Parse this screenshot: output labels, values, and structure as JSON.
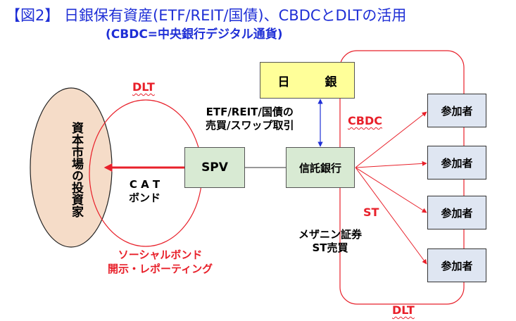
{
  "title": {
    "main": "【図2】 日銀保有資産(ETF/REIT/国債)、CBDCとDLTの活用",
    "sub": "(CBDC=中央銀行デジタル通貨)"
  },
  "nodes": {
    "nichigin": "日 銀",
    "spv": "SPV",
    "shintaku": "信託銀行",
    "investors": "資本市場の投資家",
    "participants": [
      "参加者",
      "参加者",
      "参加者",
      "参加者"
    ]
  },
  "labels": {
    "dlt_top": "DLT",
    "dlt_bottom": "DLT",
    "cbdc": "CBDC",
    "st": "ST",
    "etf_line1": "ETF/REIT/国債の",
    "etf_line2": "売買/スワップ取引",
    "cat_line1": "C A T",
    "cat_line2": "ボンド",
    "mezz_line1": "メザニン証券",
    "mezz_line2": "ST売買",
    "social_line1": "ソーシャルボンド",
    "social_line2": "開示・レポーティング"
  },
  "colors": {
    "title": "#1f2fd6",
    "accent_red": "#e8202a",
    "nichigin_fill": "#ffff99",
    "green_fill": "#d8ead3",
    "participant_fill": "#dfe6f2",
    "investor_fill": "#f5dcc8",
    "connector_blue": "#1f2fd6"
  }
}
